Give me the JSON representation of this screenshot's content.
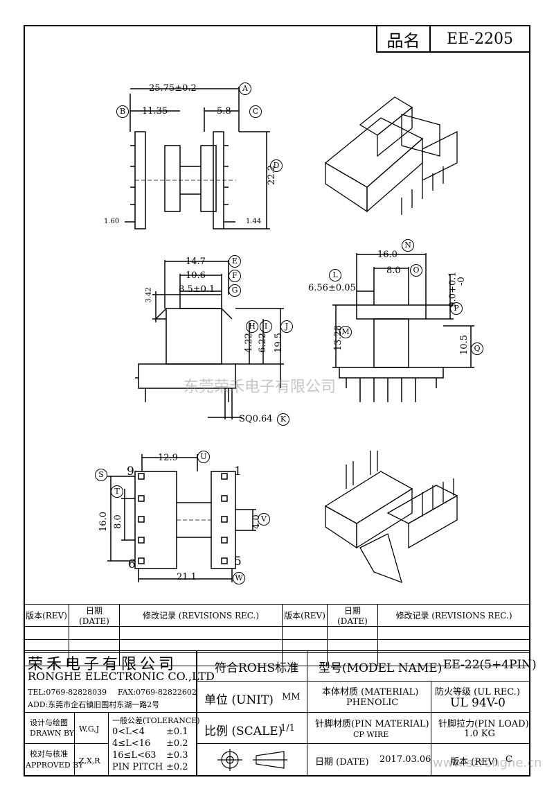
{
  "header": {
    "name_label": "品名",
    "model": "EE-2205"
  },
  "top_view": {
    "dims": [
      "25.75±0.2",
      "11.35",
      "5.8",
      "22.2",
      "1.60",
      "1.44"
    ],
    "markers": [
      "A",
      "B",
      "C",
      "D"
    ]
  },
  "side_view": {
    "dims": [
      "14.7",
      "10.6",
      "8.5±0.1",
      "3.42",
      "4.22",
      "6.22",
      "19.5",
      "SQ0.64"
    ],
    "markers": [
      "E",
      "F",
      "G",
      "H",
      "I",
      "J",
      "K"
    ]
  },
  "front_view": {
    "dims": [
      "16.0",
      "8.0",
      "6.56±0.05",
      "9.0+0.1",
      "-0",
      "13.28",
      "10.5"
    ],
    "markers": [
      "L",
      "M",
      "N",
      "O",
      "P",
      "Q"
    ]
  },
  "bottom_view": {
    "dims": [
      "12.9",
      "16.0",
      "8.0",
      "4.0",
      "21.1"
    ],
    "markers": [
      "S",
      "T",
      "U",
      "V",
      "W"
    ],
    "pins": [
      "9",
      "6",
      "1",
      "5"
    ]
  },
  "watermark": "东莞荣禾电子有限公司",
  "watermark_url": "www.szronghe.cn",
  "revisions": {
    "headers": [
      "版本(REV)",
      "日期 (DATE)",
      "修改记录 (REVISIONS REC.)",
      "版本(REV)",
      "日期 (DATE)",
      "修改记录 (REVISIONS REC.)"
    ]
  },
  "title_block": {
    "company_cn": "荣禾电子有限公司",
    "company_en": "RONGHE ELECTRONIC CO.,LTD",
    "tel": "TEL:0769-82828039",
    "fax": "FAX:0769-82822602",
    "addr": "ADD:东莞市企石镇旧围村东湖一路2号",
    "rohs": "符合ROHS标准",
    "model_label": "型号(MODEL NAME)",
    "model_value": "EE-22(5+4PIN)",
    "unit_label": "单位 (UNIT)",
    "unit_value": "MM",
    "material_label": "本体材质 (MATERIAL)",
    "material_value": "PHENOLIC",
    "ul_label": "防火等级 (UL REC.)",
    "ul_value": "UL 94V-0",
    "designer_label_cn": "设计与绘图",
    "designer_label_en": "DRAWN BY",
    "designer_value": "W,G,J",
    "tolerance_title": "一般公差(TOLERANCE)",
    "tol_rows": [
      [
        "0<L<4",
        "±0.1"
      ],
      [
        "4≤L<16",
        "±0.2"
      ],
      [
        "16≤L<63",
        "±0.3"
      ],
      [
        "PIN PITCH",
        "±0.2"
      ]
    ],
    "scale_label": "比例 (SCALE)",
    "scale_value": "1/1",
    "pin_mat_label": "针脚材质(PIN MATERIAL)",
    "pin_mat_value": "CP WIRE",
    "pin_load_label": "针脚拉力(PIN LOAD)",
    "pin_load_value": "1.0 KG",
    "approver_label_cn": "校对与核准",
    "approver_label_en": "APPROVED BY",
    "approver_value": "Z,X,R",
    "date_label": "日期 (DATE)",
    "date_value": "2017.03.06",
    "version_label": "版本 (REV)",
    "version_value": "C"
  }
}
